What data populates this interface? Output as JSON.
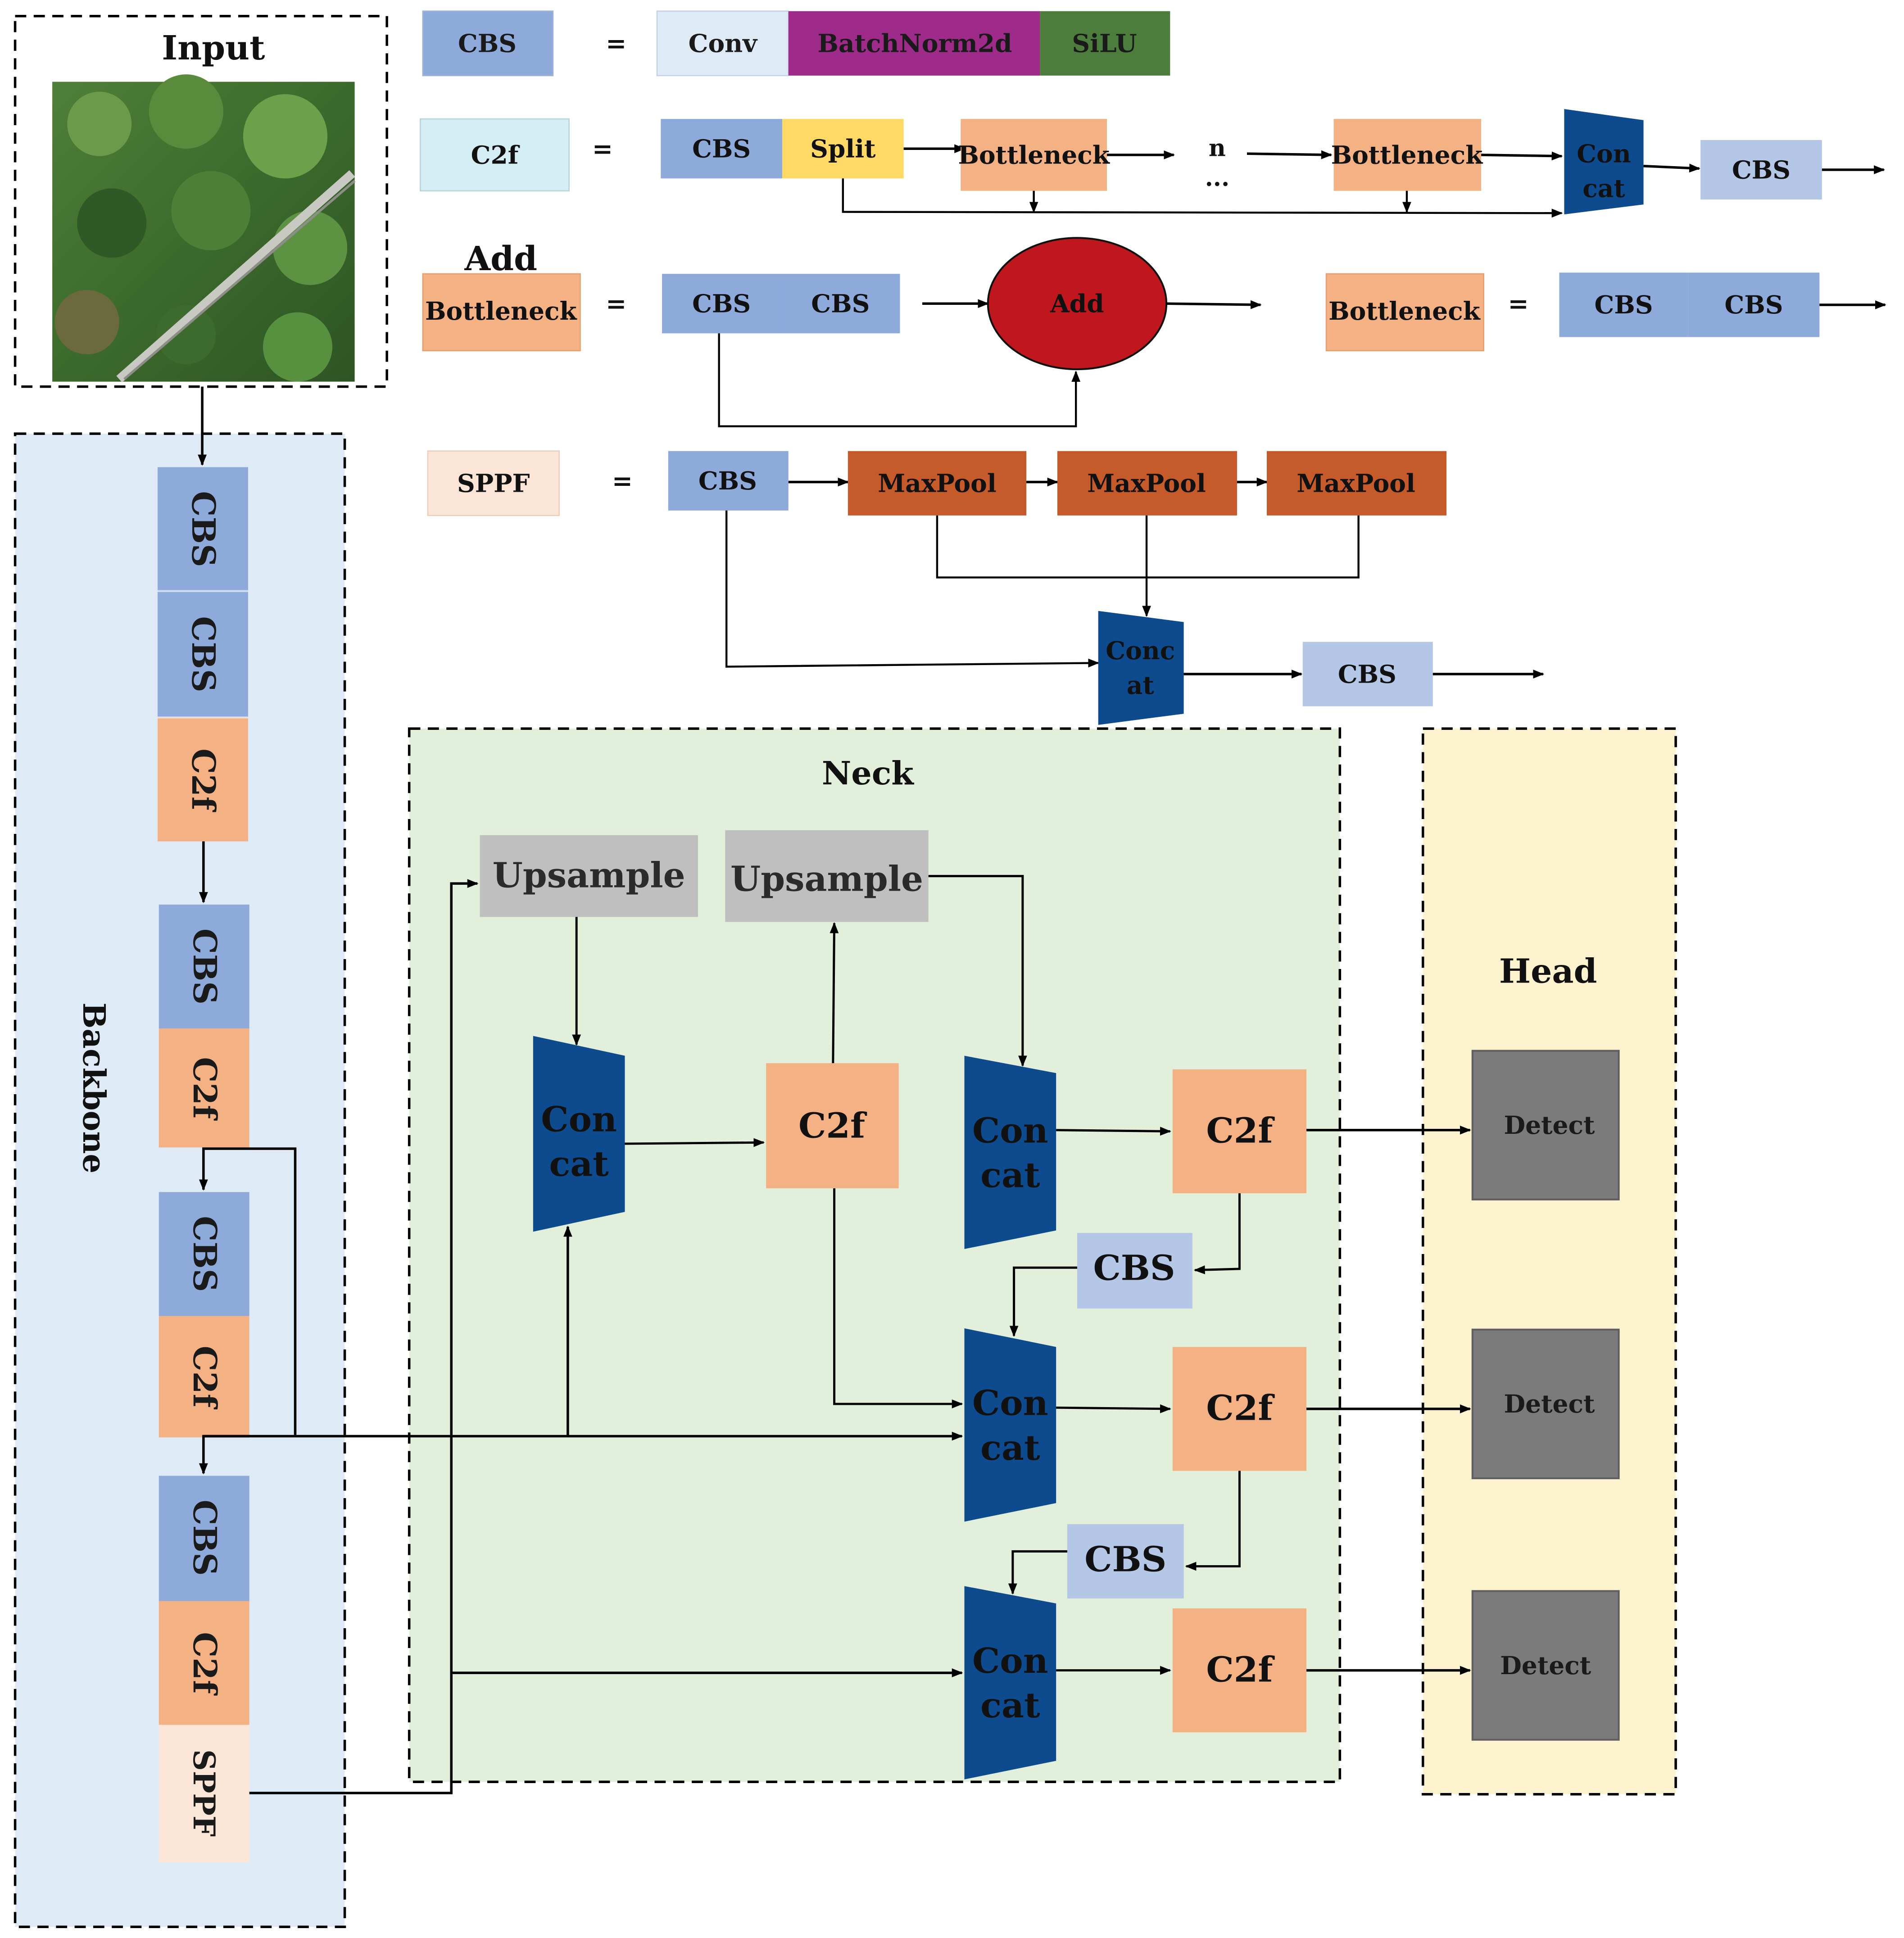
{
  "input": {
    "title": "Input"
  },
  "legend": {
    "equals": "=",
    "cbs_row": {
      "name": "CBS",
      "parts": [
        "Conv",
        "BatchNorm2d",
        "SiLU"
      ]
    },
    "c2f_row": {
      "name": "C2f",
      "cbs": "CBS",
      "split": "Split",
      "bottleneck_a": "Bottleneck",
      "n": "n",
      "dots": "...",
      "bottleneck_b": "Bottleneck",
      "concat_line1": "Con",
      "concat_line2": "cat",
      "cbs_out": "CBS"
    },
    "bottleneck_add_row": {
      "caption": "Add",
      "name": "Bottleneck",
      "cbs_a": "CBS",
      "cbs_b": "CBS",
      "add": "Add"
    },
    "bottleneck_row": {
      "name": "Bottleneck",
      "cbs_a": "CBS",
      "cbs_b": "CBS"
    },
    "sppf_row": {
      "name": "SPPF",
      "cbs": "CBS",
      "maxpool_a": "MaxPool",
      "maxpool_b": "MaxPool",
      "maxpool_c": "MaxPool",
      "concat_line1": "Conc",
      "concat_line2": "at",
      "cbs_out": "CBS"
    }
  },
  "backbone": {
    "title": "Backbone",
    "blocks": [
      "CBS",
      "CBS",
      "C2f",
      "CBS",
      "C2f",
      "CBS",
      "C2f",
      "CBS",
      "C2f",
      "SPPF"
    ]
  },
  "neck": {
    "title": "Neck",
    "upsample_a": "Upsample",
    "upsample_b": "Upsample",
    "concat_line1": "Con",
    "concat_line2": "cat",
    "c2f": "C2f",
    "cbs": "CBS"
  },
  "head": {
    "title": "Head",
    "detect": [
      "Detect",
      "Detect",
      "Detect"
    ]
  },
  "colors": {
    "cbs": "#8eaadb",
    "cbs_light": "#b4c7e7",
    "c2f": "#f4b183",
    "c2f_legend": "#d4eef3",
    "split": "#ffd966",
    "conv": "#deebf7",
    "batchnorm": "#9e2a8a",
    "silu": "#4c7d3c",
    "maxpool": "#c55a2b",
    "concat": "#0e4a8e",
    "add": "#c0171e",
    "upsample": "#bfbfbf",
    "detect": "#7b7b7b",
    "sppf": "#fbe5d6",
    "backbone_bg": "#deeaf6",
    "neck_bg": "#e2efda",
    "head_bg": "#fdf3cf"
  }
}
